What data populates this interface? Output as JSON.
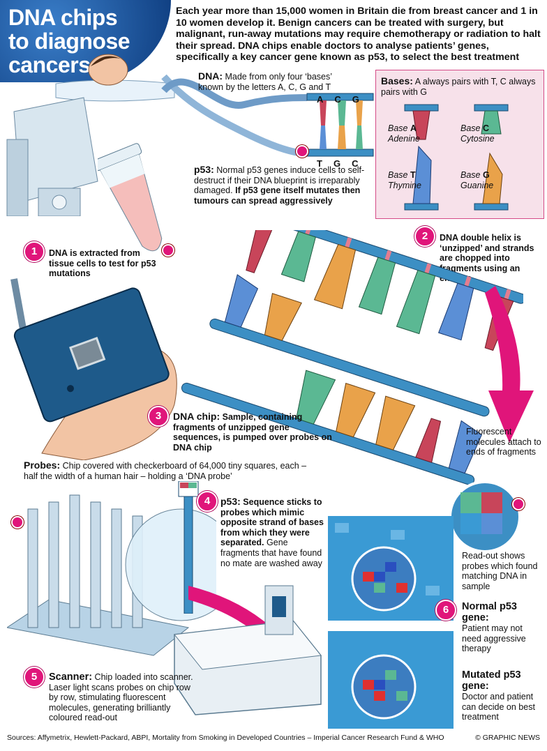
{
  "title": {
    "line1": "DNA chips",
    "line2": "to diagnose",
    "line3": "cancers"
  },
  "intro": "Each year more than 15,000 women in Britain die from breast cancer and 1 in 10 women develop it. Benign cancers can be treated with surgery, but malignant, run-away mutations may require chemotherapy or radiation to halt their spread. DNA chips enable doctors to analyse patients’ genes, specifically a key cancer gene known as p53, to select the best treatment",
  "dna": {
    "heading": "DNA:",
    "text": "Made from only four ‘bases’ known by the letters A, C, G and T",
    "top_letters": [
      "A",
      "C",
      "G"
    ],
    "bottom_letters": [
      "T",
      "G",
      "C"
    ]
  },
  "p53": {
    "heading": "p53:",
    "text": "Normal p53 genes induce cells to self-destruct if their DNA blueprint is irreparably damaged.",
    "bold_text": "If p53 gene itself mutates then tumours can spread aggressively"
  },
  "bases": {
    "heading": "Bases:",
    "text": "A always pairs with T, C always pairs with G",
    "items": [
      {
        "prefix": "Base",
        "letter": "A",
        "name": "Adenine"
      },
      {
        "prefix": "Base",
        "letter": "C",
        "name": "Cytosine"
      },
      {
        "prefix": "Base",
        "letter": "T",
        "name": "Thymine"
      },
      {
        "prefix": "Base",
        "letter": "G",
        "name": "Guanine"
      }
    ]
  },
  "steps": [
    {
      "num": "1",
      "text": "DNA is extracted from tissue cells to test for p53 mutations"
    },
    {
      "num": "2",
      "text": "DNA double helix is ‘unzipped’ and strands are chopped into fragments using an enzyme"
    },
    {
      "num": "3",
      "heading": "DNA chip:",
      "text": "Sample, containing fragments of unzipped gene sequences, is pumped over probes on DNA chip"
    },
    {
      "num": "4",
      "heading": "p53:",
      "bold_text": "Sequence sticks to probes which mimic opposite strand of bases from which they were separated.",
      "text": "Gene fragments that have found no mate are washed away"
    },
    {
      "num": "5",
      "heading": "Scanner:",
      "text": "Chip loaded into scanner. Laser light scans probes on chip row by row, stimulating fluorescent molecules, generating brilliantly coloured read-out"
    },
    {
      "num": "6"
    }
  ],
  "probes": {
    "heading": "Probes:",
    "text": "Chip covered with checkerboard of 64,000 tiny squares, each – half the width of a human hair – holding a ‘DNA probe’"
  },
  "fluorescent": "Fluorescent molecules attach to ends of fragments",
  "readout": "Read-out shows probes which found matching DNA in sample",
  "normal": {
    "heading": "Normal p53 gene:",
    "text": "Patient may not need aggressive therapy"
  },
  "mutated": {
    "heading": "Mutated p53 gene:",
    "text": "Doctor and patient can decide on best treatment"
  },
  "footer": {
    "sources": "Sources: Affymetrix, Hewlett-Packard, ABPI, Mortality from Smoking in Developed Countries – Imperial Cancer Research Fund & WHO",
    "credit": "© GRAPHIC NEWS"
  },
  "colors": {
    "magenta": "#e0157a",
    "navy": "#0d3b7d",
    "strand_blue": "#3c8fc4",
    "base_red": "#c8455a",
    "base_green": "#5bb893",
    "base_orange": "#e9a24a",
    "base_blue": "#5b8fd6",
    "box_pink": "#f7e1ea"
  }
}
